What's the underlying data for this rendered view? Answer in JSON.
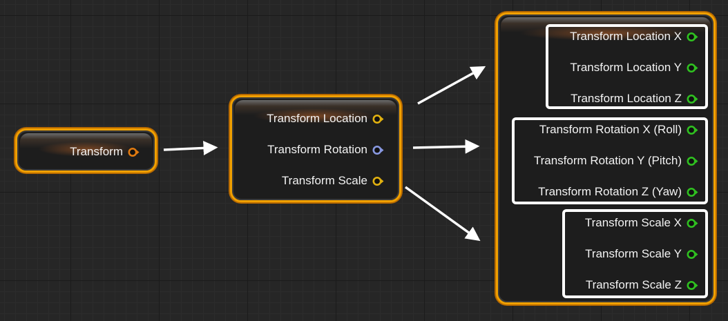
{
  "nodes": {
    "transform": {
      "pins": [
        {
          "label": "Transform",
          "color": "#e07a10"
        }
      ]
    },
    "split": {
      "pins": [
        {
          "label": "Transform Location",
          "color": "#e0b010"
        },
        {
          "label": "Transform Rotation",
          "color": "#8898e0"
        },
        {
          "label": "Transform Scale",
          "color": "#e0b010"
        }
      ]
    },
    "components": {
      "pins": [
        {
          "label": "Transform Location X",
          "color": "#2fc020"
        },
        {
          "label": "Transform Location Y",
          "color": "#2fc020"
        },
        {
          "label": "Transform Location Z",
          "color": "#2fc020"
        },
        {
          "label": "Transform Rotation X (Roll)",
          "color": "#2fc020"
        },
        {
          "label": "Transform Rotation Y (Pitch)",
          "color": "#2fc020"
        },
        {
          "label": "Transform Rotation Z (Yaw)",
          "color": "#2fc020"
        },
        {
          "label": "Transform Scale X",
          "color": "#2fc020"
        },
        {
          "label": "Transform Scale Y",
          "color": "#2fc020"
        },
        {
          "label": "Transform Scale Z",
          "color": "#2fc020"
        }
      ]
    }
  }
}
